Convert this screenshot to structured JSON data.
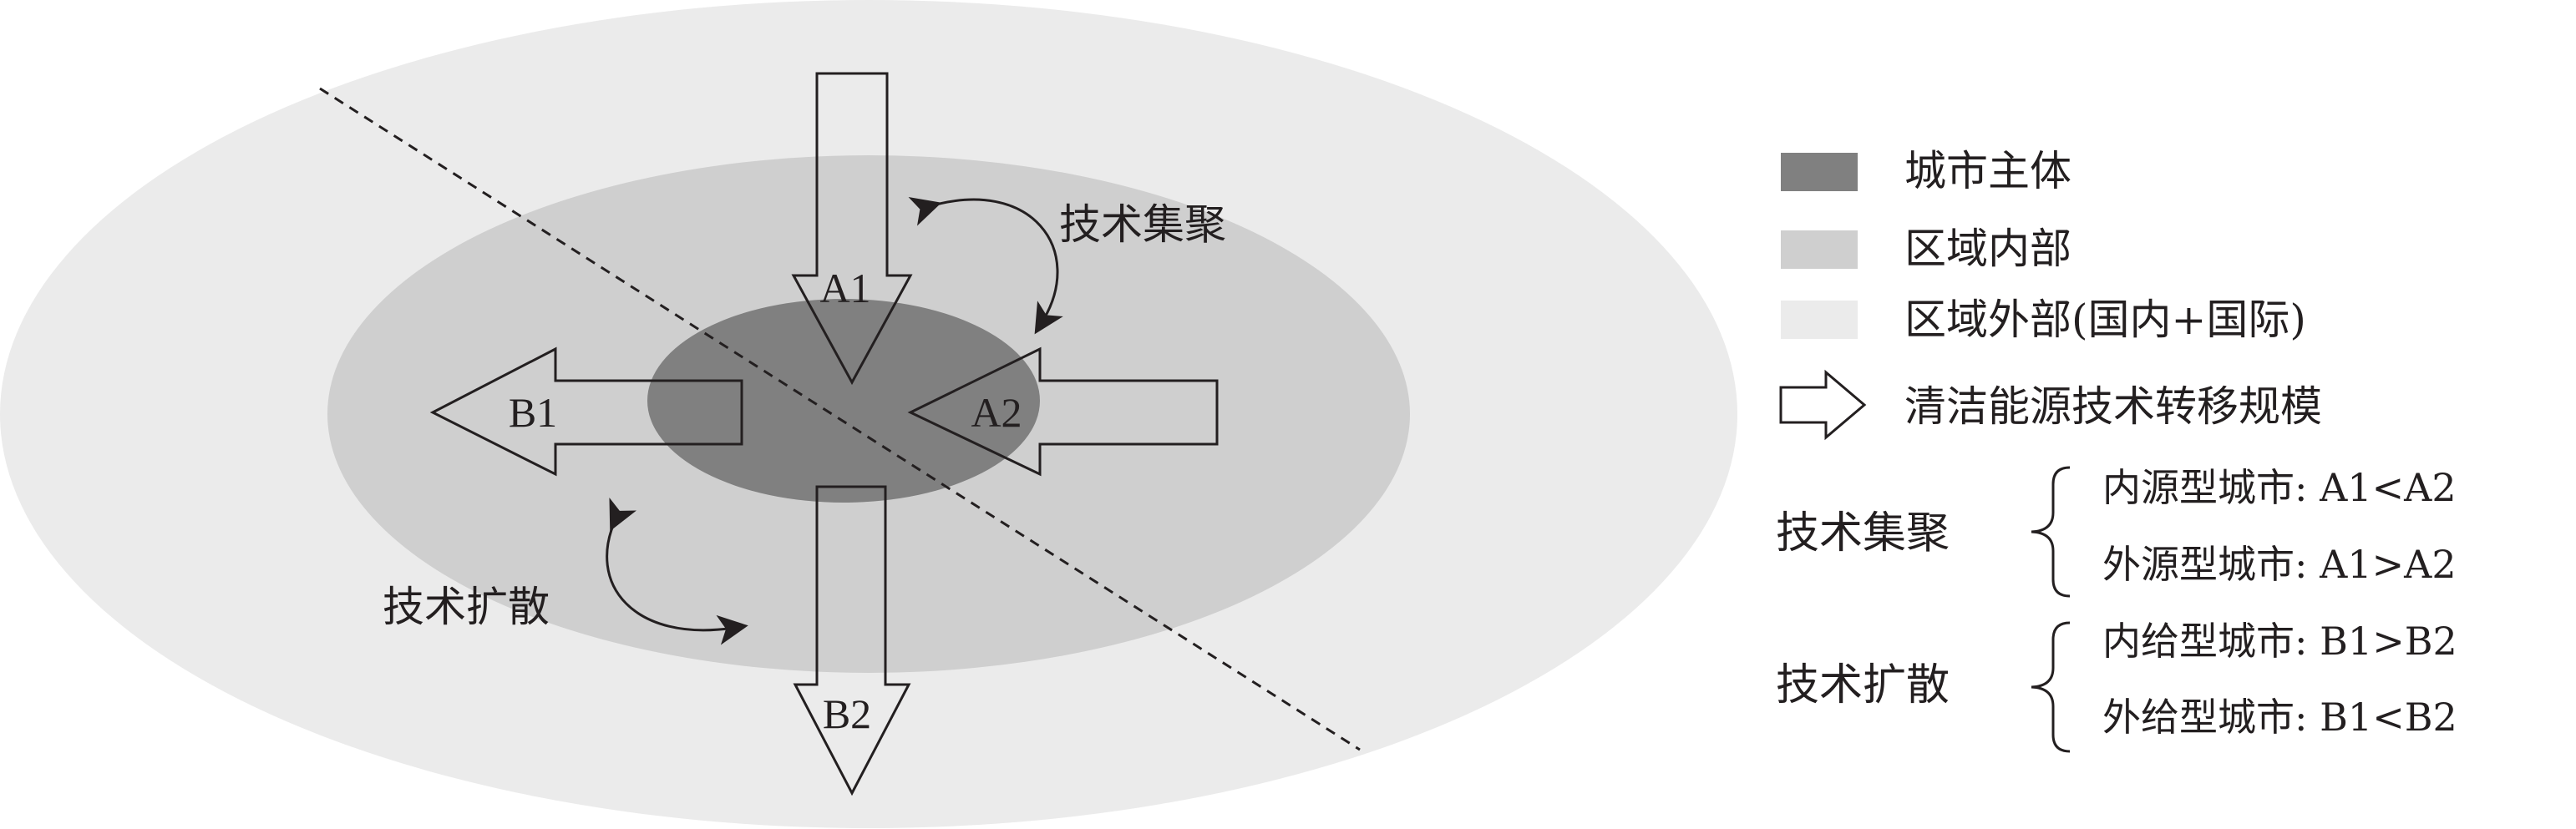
{
  "colors": {
    "core": "#808080",
    "inner_region": "#cfcfcf",
    "outer_region": "#ebebeb",
    "stroke": "#231f20"
  },
  "diagram": {
    "arrows": {
      "a1": "A1",
      "a2": "A2",
      "b1": "B1",
      "b2": "B2"
    },
    "annotations": {
      "agglomeration": "技术集聚",
      "diffusion": "技术扩散"
    }
  },
  "legend": {
    "items": [
      {
        "label": "城市主体",
        "swatch": "core"
      },
      {
        "label": "区域内部",
        "swatch": "inner_region"
      },
      {
        "label": "区域外部(国内+国际)",
        "swatch": "outer_region"
      },
      {
        "label": "清洁能源技术转移规模",
        "swatch": "arrow-icon"
      }
    ],
    "groups": [
      {
        "title": "技术集聚",
        "conditions": [
          "内源型城市: A1<A2",
          "外源型城市: A1>A2"
        ]
      },
      {
        "title": "技术扩散",
        "conditions": [
          "内给型城市: B1>B2",
          "外给型城市: B1<B2"
        ]
      }
    ]
  }
}
